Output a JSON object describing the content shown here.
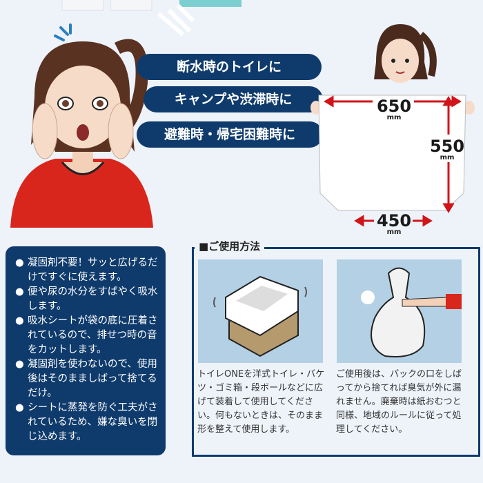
{
  "banners": [
    "断水時のトイレに",
    "キャンプや渋滞時に",
    "避難時・帰宅困難時に"
  ],
  "dimensions": {
    "top": "650",
    "right": "550",
    "bottom": "450",
    "unit": "mm"
  },
  "features": [
    "凝固剤不要！サッと広げるだけですぐに使えます。",
    "便や尿の水分をすばやく吸水します。",
    "吸水シートが袋の底に圧着されているので、排せつ時の音をカットします。",
    "凝固剤を使わないので、使用後はそのまましばって捨てるだけ。",
    "シートに蒸発を防ぐ工夫がされているため、嫌な臭いを閉じ込めます。"
  ],
  "bullet": "●",
  "usage": {
    "title": "■ご使用方法",
    "steps": [
      "トイレONEを洋式トイレ・バケツ・ゴミ箱・段ボールなどに広げて装着して使用してください。何もないときは、そのまま形を整えて使用します。",
      "ご使用後は、パックの口をしばってから捨てれば臭気が外に漏れません。廃棄時は紙おむつと同様、地域のルールに従って処理してください。"
    ]
  },
  "colors": {
    "navy": "#0f3b6c",
    "arrow": "#d0141a",
    "background": "#eef3fa"
  }
}
